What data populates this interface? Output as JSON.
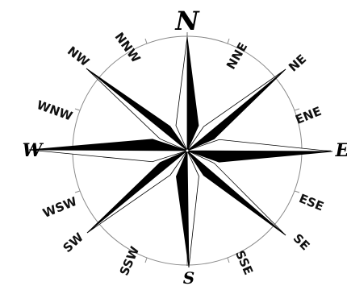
{
  "compass": {
    "labels": {
      "N": "N",
      "NNE": "NNE",
      "NE": "NE",
      "ENE": "ENE",
      "E": "E",
      "ESE": "ESE",
      "SE": "SE",
      "SSE": "SSE",
      "S": "S",
      "SSW": "SSW",
      "SW": "SW",
      "WSW": "WSW",
      "W": "W",
      "WNW": "WNW",
      "NW": "NW",
      "NNW": "NNW"
    },
    "colors": {
      "dark": "#000000",
      "light": "#ffffff",
      "circle": "#888888"
    }
  }
}
